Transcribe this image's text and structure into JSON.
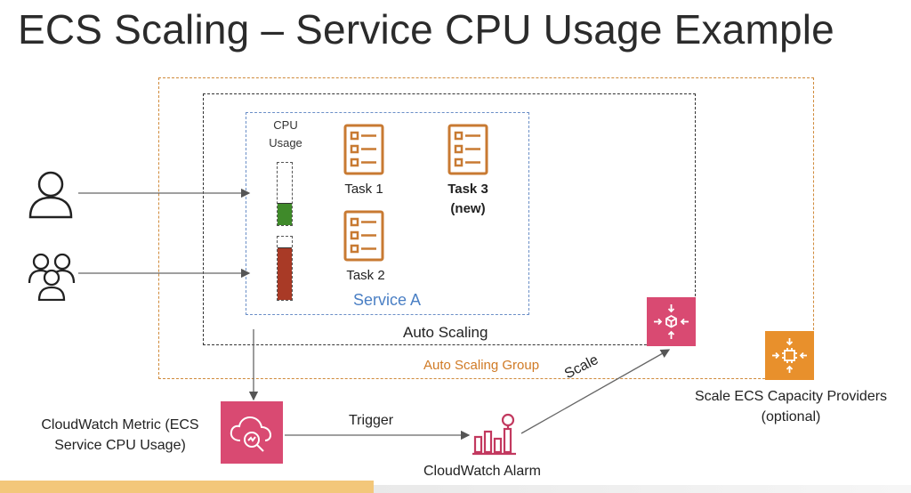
{
  "title": "ECS Scaling – Service CPU Usage Example",
  "labels": {
    "cpu_usage": "CPU Usage",
    "task1": "Task 1",
    "task2": "Task 2",
    "task3": "Task 3 (new)",
    "service": "Service A",
    "auto_scaling": "Auto Scaling",
    "asg": "Auto Scaling Group",
    "cloudwatch_metric": "CloudWatch Metric (ECS Service CPU Usage)",
    "trigger": "Trigger",
    "cloudwatch_alarm": "CloudWatch Alarm",
    "scale": "Scale",
    "ecs_capacity": "Scale ECS Capacity Providers (optional)"
  },
  "cpu_bars": [
    {
      "fill": 0.35,
      "color": "#3f8a2a"
    },
    {
      "fill": 0.82,
      "color": "#a93a26"
    }
  ],
  "colors": {
    "task_icon": "#c87a32",
    "cloudwatch": "#d94a72",
    "ecs_orange": "#e8902c",
    "service_border": "#6b8fc7",
    "asg_border": "#d08a3a"
  },
  "icons": [
    "user-icon",
    "users-group-icon",
    "task-icon",
    "cloudwatch-icon",
    "alarm-icon",
    "auto-scaling-icon",
    "ecs-capacity-icon"
  ]
}
